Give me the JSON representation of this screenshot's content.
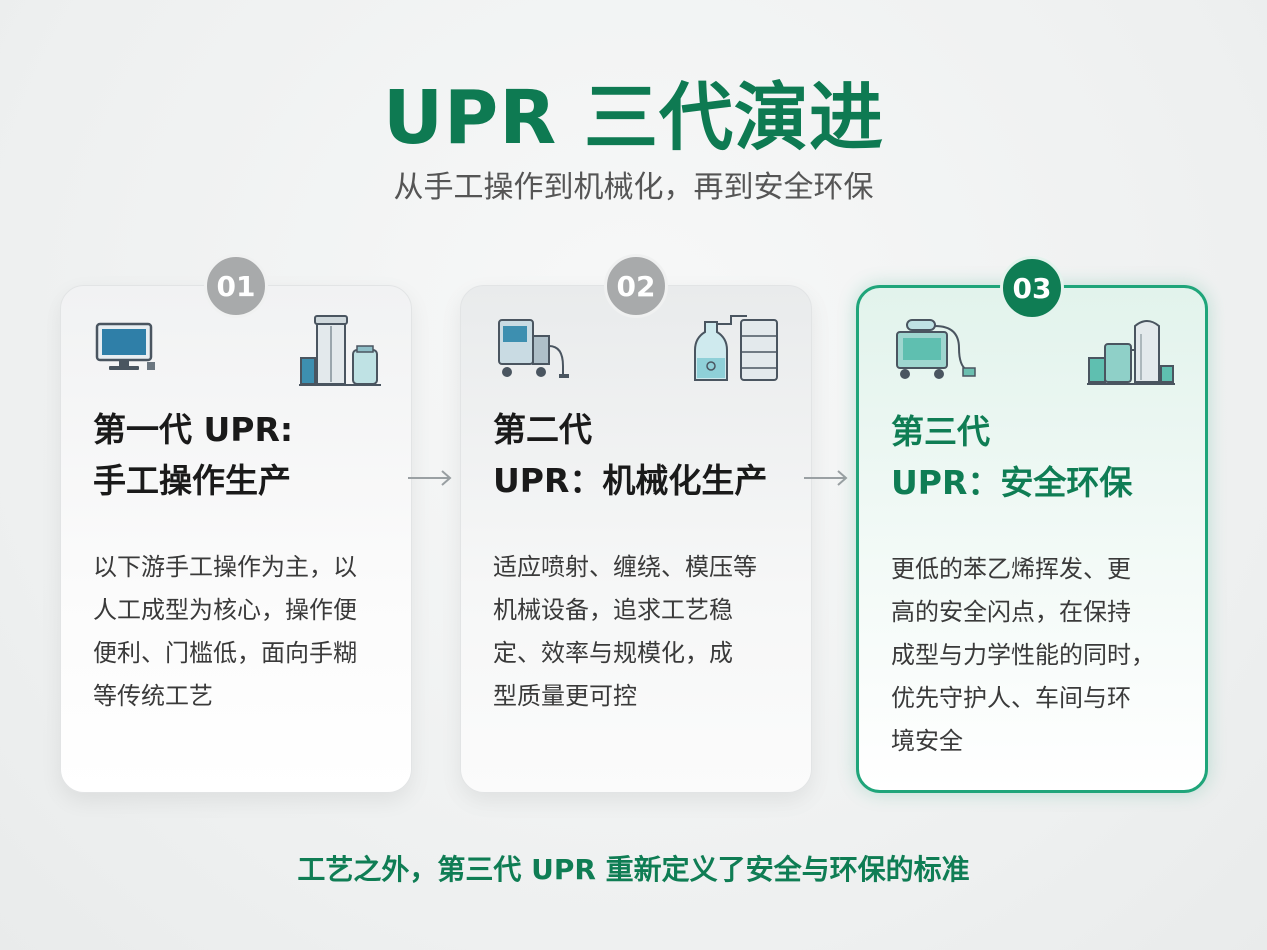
{
  "header": {
    "title": "UPR 三代演进",
    "subtitle": "从手工操作到机械化，再到安全环保"
  },
  "cards": [
    {
      "number": "01",
      "heading_lines": [
        "第一代 UPR:",
        "手工操作生产"
      ],
      "desc_lines": [
        "以下游手工操作为主，以",
        "人工成型为核心，操作便",
        "便利、门槛低，面向手糊",
        "等传统工艺"
      ]
    },
    {
      "number": "02",
      "heading_lines": [
        "第二代",
        "UPR：机械化生产"
      ],
      "desc_lines": [
        "适应喷射、缠绕、模压等",
        "机械设备，追求工艺稳",
        "定、效率与规模化，成",
        "型质量更可控"
      ]
    },
    {
      "number": "03",
      "heading_lines": [
        "第三代",
        "UPR：安全环保"
      ],
      "desc_lines": [
        "更低的苯乙烯挥发、更",
        "高的安全闪点，在保持",
        "成型与力学性能的同时，",
        "优先守护人、车间与环",
        "境安全"
      ]
    }
  ],
  "icons": {
    "card1_left": "computer-monitor-icon",
    "card1_right": "storage-tank-icon",
    "card2_left": "spray-machine-icon",
    "card2_right": "chemical-containers-icon",
    "card3_left": "mobile-equipment-icon",
    "card3_right": "reactor-plant-icon"
  },
  "colors": {
    "accent": "#0f7d54",
    "active_border": "#1fa57a",
    "badge_inactive": "#a8aaab"
  },
  "footer": {
    "text": "工艺之外，第三代 UPR 重新定义了安全与环保的标准"
  }
}
